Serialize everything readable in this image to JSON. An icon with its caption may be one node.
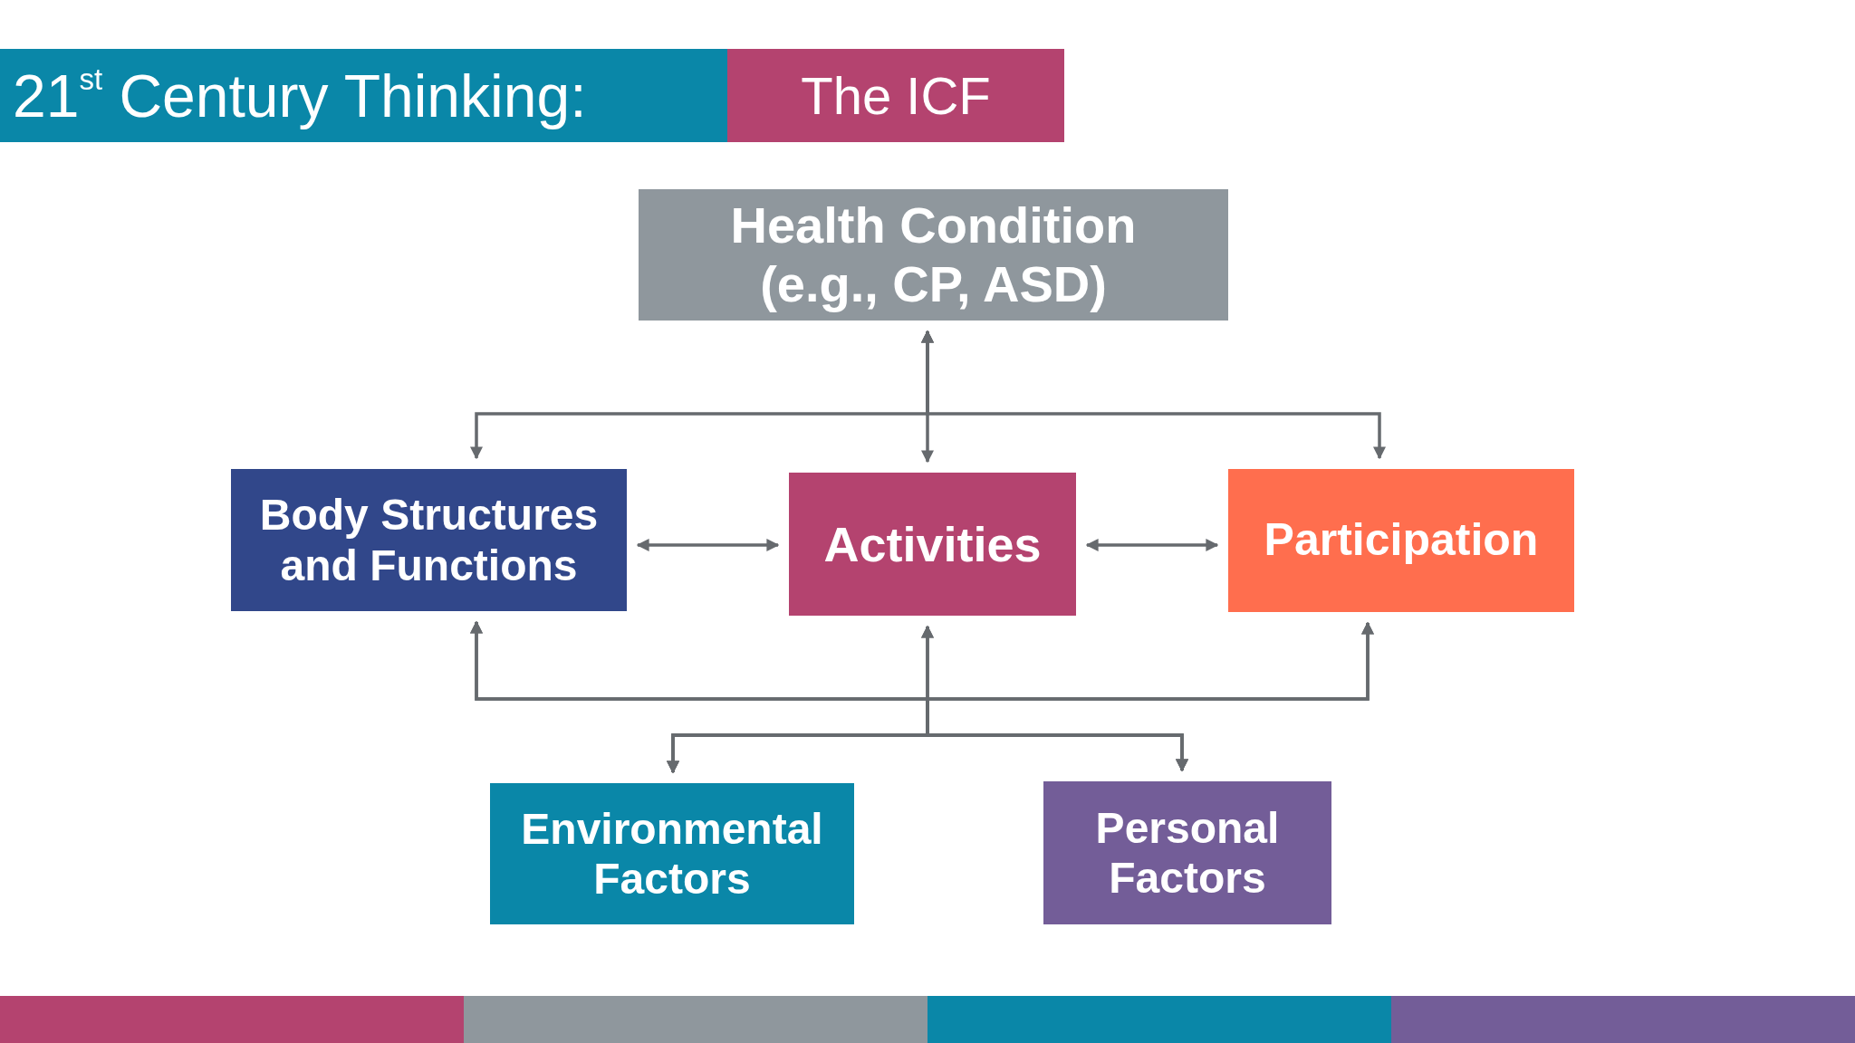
{
  "diagram": {
    "title": "21$^{st}$ Century Thinking:",
    "nodes": [
      {
        "text": [
          "Health Condition",
          "(e.g., CP, ASD)"
        ]
      },
      {
        "text": [
          "Body Structures and Functions"
        ]
      },
      {
        "text": [
          "Activities"
        ]
      },
      {
        "text": [
          "Participation"
        ]
      },
      {
        "text": [
          "Environmental Factors"
        ]
      },
      {
        "text": [
          "Personal Factors"
        ]
      }
    ],
    "edges": [
      {
        "from": 0,
        "to": 1,
        "arrow": "both"
      },
      {
        "from": 0,
        "to": 2,
        "arrow": "both"
      },
      {
        "from": 0,
        "to": 3,
        "arrow": "both"
      },
      {
        "from": 1,
        "to": 2,
        "arrow": "both"
      },
      {
        "from": 2,
        "to": 3,
        "arrow": "both"
      },
      {
        "from": 4,
        "to": 1,
        "arrow": "both"
      },
      {
        "from": 4,
        "to": 2,
        "arrow": "both"
      },
      {
        "from": 4,
        "to": 3,
        "arrow": "both"
      },
      {
        "from": 5,
        "to": 1,
        "arrow": "both"
      },
      {
        "from": 5,
        "to": 2,
        "arrow": "both"
      },
      {
        "from": 5,
        "to": 3,
        "arrow": "both"
      }
    ],
    "labels": [
      "The ICF"
    ]
  }
}
